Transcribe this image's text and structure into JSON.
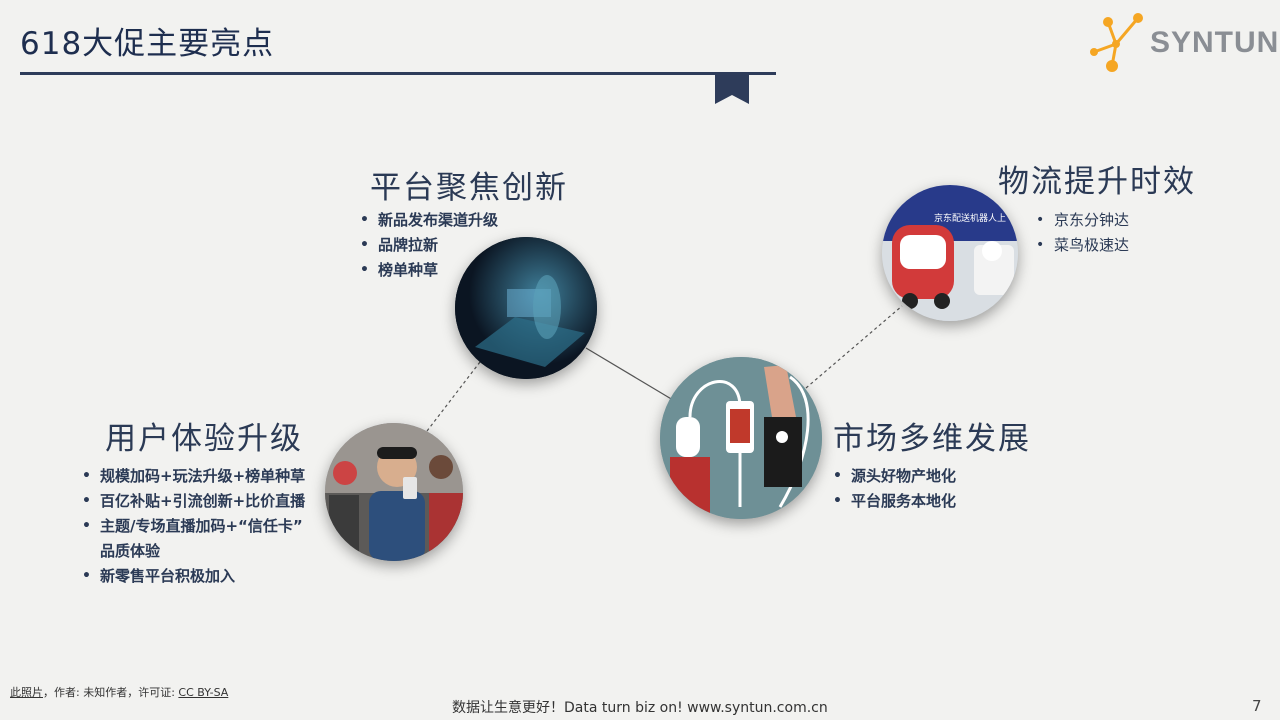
{
  "slide": {
    "title": "618大促主要亮点",
    "logo_text": "SYNTUN",
    "page_number": "7"
  },
  "sections": {
    "platform": {
      "title": "平台聚焦创新",
      "bullets": [
        "新品发布渠道升级",
        "品牌拉新",
        "榜单种草"
      ]
    },
    "logistics": {
      "title": "物流提升时效",
      "bullets": [
        "京东分钟达",
        "菜鸟极速达"
      ],
      "photo_sign_text": "京东配送机器人上"
    },
    "user": {
      "title": "用户体验升级",
      "bullets": [
        "规模加码+玩法升级+榜单种草",
        "百亿补贴+引流创新+比价直播",
        "主题/专场直播加码+“信任卡”",
        "品质体验",
        "新零售平台积极加入"
      ]
    },
    "market": {
      "title": "市场多维发展",
      "bullets": [
        "源头好物产地化",
        "平台服务本地化"
      ]
    }
  },
  "footer": {
    "credit_link": "此照片",
    "credit_mid": "，作者: 未知作者，许可证: ",
    "credit_license": "CC BY-SA",
    "tagline": "数据让生意更好！Data turn biz on!  www.syntun.com.cn"
  },
  "colors": {
    "navy": "#2e3c5a",
    "logo_orange": "#f5a623",
    "logo_gray": "#8a8e94",
    "background": "#f2f2f0"
  }
}
